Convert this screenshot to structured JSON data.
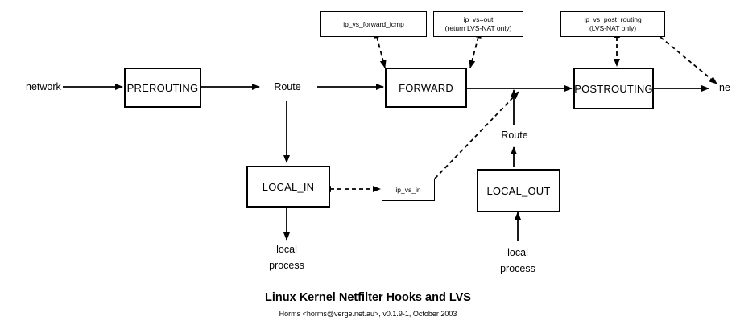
{
  "nodes": {
    "prerouting": "PREROUTING",
    "forward": "FORWARD",
    "postrouting": "POSTROUTING",
    "local_in": "LOCAL_IN",
    "local_out": "LOCAL_OUT",
    "ip_vs_forward_icmp": "ip_vs_forward_icmp",
    "ip_vs_out_line1": "ip_vs=out",
    "ip_vs_out_line2": "(return LVS-NAT only)",
    "ip_vs_post_routing_line1": "ip_vs_post_routing",
    "ip_vs_post_routing_line2": "(LVS-NAT only)",
    "ip_vs_in": "ip_vs_in"
  },
  "labels": {
    "network_in": "network",
    "route_main": "Route",
    "route_local_out": "Route",
    "network_out": "ne",
    "local_process_in_1": "local",
    "local_process_in_2": "process",
    "local_process_out_1": "local",
    "local_process_out_2": "process"
  },
  "caption": {
    "title": "Linux Kernel Netfilter Hooks and LVS",
    "subtitle": "Horms <horms@verge.net.au>, v0.1.9-1, October 2003"
  }
}
